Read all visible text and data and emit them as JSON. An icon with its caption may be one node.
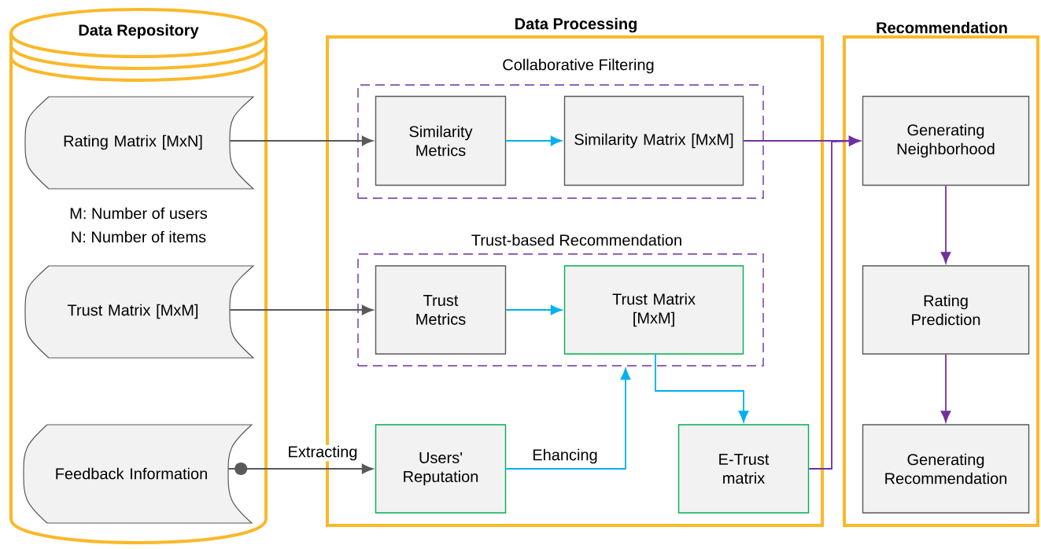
{
  "diagram": {
    "nodes": [
      {
        "text": [
          "Data Repository"
        ]
      },
      {
        "text": [
          "Rating Matrix [MxN]"
        ],
        "in": 0
      },
      {
        "text": [
          "Trust Matrix [MxM]"
        ],
        "in": 0
      },
      {
        "text": [
          "Feedback Information"
        ],
        "in": 0
      },
      {
        "text": [
          "Data Processing"
        ]
      },
      {
        "text": [
          "Collaborative Filtering"
        ],
        "in": 4
      },
      {
        "text": [
          "Similarity Metrics"
        ],
        "in": 5
      },
      {
        "text": [
          "Similarity Matrix [MxM]"
        ],
        "in": 5
      },
      {
        "text": [
          "Trust-based Recommendation"
        ],
        "in": 4
      },
      {
        "text": [
          "Trust Metrics"
        ],
        "in": 8
      },
      {
        "text": [
          "Trust Matrix [MxM]"
        ],
        "in": 8
      },
      {
        "text": [
          "Users' Reputation"
        ],
        "in": 4
      },
      {
        "text": [
          "E-Trust matrix"
        ],
        "in": 4
      },
      {
        "text": [
          "Recommendation"
        ]
      },
      {
        "text": [
          "Generating Neighborhood"
        ],
        "in": 13
      },
      {
        "text": [
          "Rating Prediction"
        ],
        "in": 13
      },
      {
        "text": [
          "Generating Recommendation"
        ],
        "in": 13
      }
    ],
    "edges": [
      {
        "from": 1,
        "to": 6,
        "arrow": "to",
        "color": "#595959"
      },
      {
        "from": 6,
        "to": 7,
        "arrow": "to",
        "color": "#00b0f0"
      },
      {
        "from": 7,
        "to": 14,
        "arrow": "to",
        "color": "#7030a0"
      },
      {
        "from": 2,
        "to": 9,
        "arrow": "to",
        "color": "#595959"
      },
      {
        "from": 9,
        "to": 10,
        "arrow": "to",
        "color": "#00b0f0"
      },
      {
        "from": 3,
        "to": 11,
        "arrow": "to",
        "label": "Extracting",
        "color": "#595959"
      },
      {
        "from": 11,
        "to": 8,
        "arrow": "to",
        "label": "Ehancing",
        "color": "#00b0f0"
      },
      {
        "from": 10,
        "to": 12,
        "arrow": "to",
        "color": "#00b0f0"
      },
      {
        "from": 12,
        "to": 14,
        "arrow": "to",
        "color": "#7030a0"
      },
      {
        "from": 14,
        "to": 15,
        "arrow": "to",
        "color": "#7030a0"
      },
      {
        "from": 15,
        "to": 16,
        "arrow": "to",
        "color": "#7030a0"
      }
    ],
    "labels": [
      "M: Number of users",
      "N: Number of items"
    ]
  }
}
